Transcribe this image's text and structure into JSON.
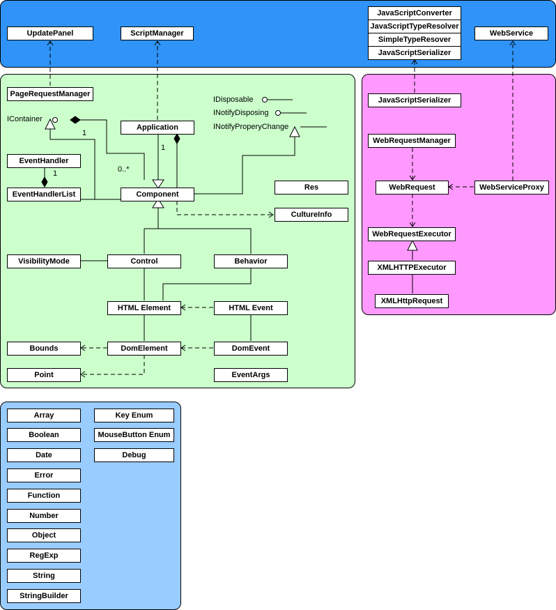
{
  "colors": {
    "server_region": "#2f93f7",
    "client_region": "#ccffcc",
    "network_region": "#ff99ff",
    "types_region": "#99ccff"
  },
  "server": {
    "update_panel": "UpdatePanel",
    "script_manager": "ScriptManager",
    "serializers": [
      "JavaScriptConverter",
      "JavaScriptTypeResolver",
      "SimpleTypeResover",
      "JavaScriptSerializer"
    ],
    "web_service": "WebService"
  },
  "client": {
    "page_request_manager": "PageRequestManager",
    "icontainer": "IContainer",
    "application": "Application",
    "idisposable": "IDisposable",
    "inotify_disposing": "INotifyDisposing",
    "inotify_property_change": "INotifyProperyChange",
    "event_handler": "EventHandler",
    "event_handler_list": "EventHandlerList",
    "component": "Component",
    "res": "Res",
    "culture_info": "CultureInfo",
    "visibility_mode": "VisibilityMode",
    "control": "Control",
    "behavior": "Behavior",
    "html_element": "HTML Element",
    "html_event": "HTML Event",
    "bounds": "Bounds",
    "dom_element": "DomElement",
    "dom_event": "DomEvent",
    "point": "Point",
    "event_args": "EventArgs",
    "mult_1a": "1",
    "mult_1b": "1",
    "mult_1c": "1",
    "mult_0n": "0..*"
  },
  "network": {
    "js_serializer": "JavaScriptSerializer",
    "web_request_manager": "WebRequestManager",
    "web_request": "WebRequest",
    "web_service_proxy": "WebServiceProxy",
    "web_request_executor": "WebRequestExecutor",
    "xmlhttp_executor": "XMLHTTPExecutor",
    "xmlhttp_request": "XMLHttpRequest"
  },
  "types": {
    "col1": [
      "Array",
      "Boolean",
      "Date",
      "Error",
      "Function",
      "Number",
      "Object",
      "RegExp",
      "String",
      "StringBuilder"
    ],
    "col2": [
      "Key Enum",
      "MouseButton Enum",
      "Debug"
    ]
  }
}
